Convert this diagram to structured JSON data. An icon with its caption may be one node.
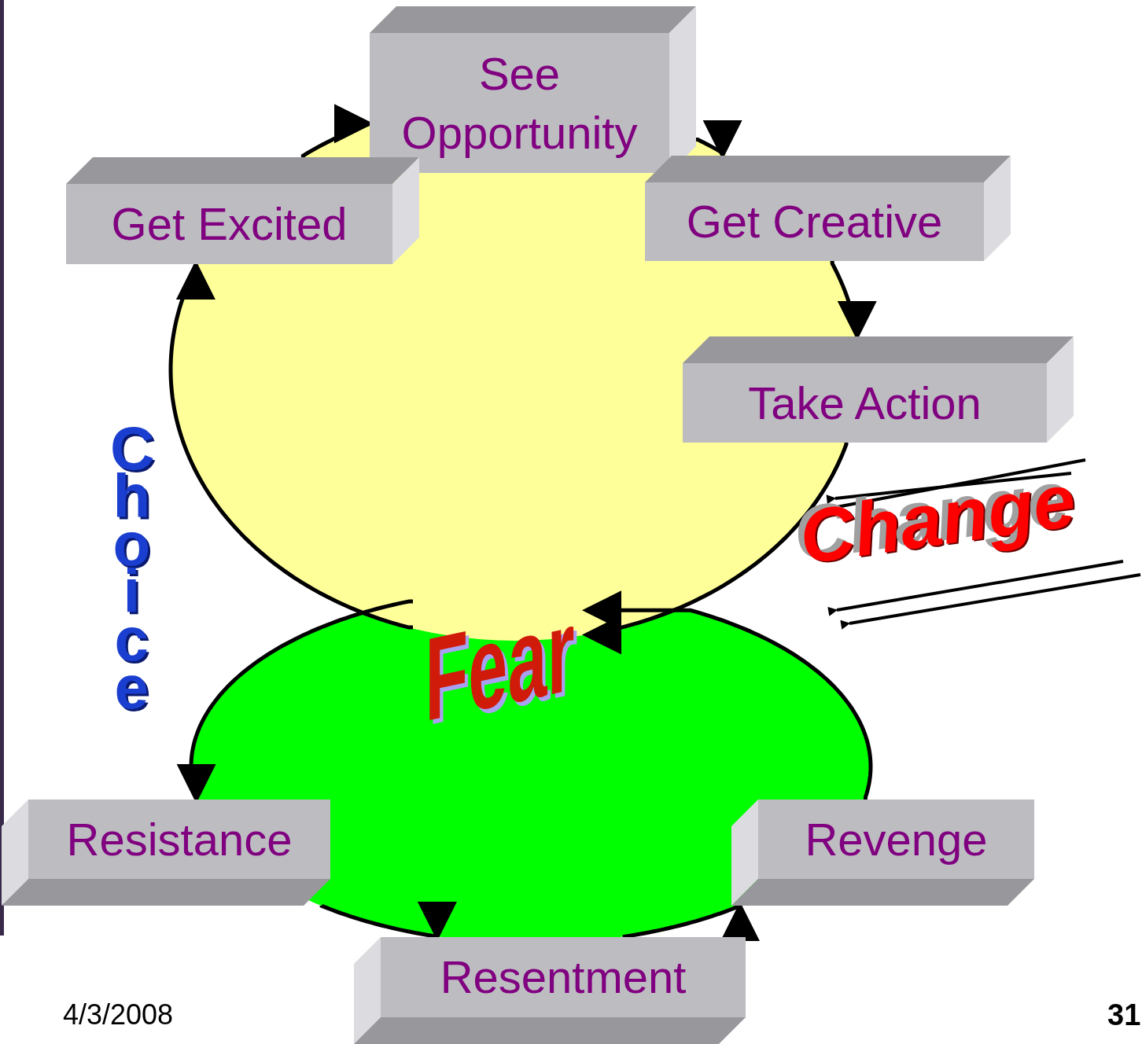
{
  "diagram": {
    "nodes": [
      {
        "text": [
          "See Opportunity"
        ]
      },
      {
        "text": [
          "Get Excited"
        ]
      },
      {
        "text": [
          "Get Creative"
        ]
      },
      {
        "text": [
          "Take Action"
        ]
      },
      {
        "text": [
          "Fear"
        ]
      },
      {
        "text": [
          "Resistance"
        ]
      },
      {
        "text": [
          "Revenge"
        ]
      },
      {
        "text": [
          "Resentment"
        ]
      }
    ],
    "edges": [
      {
        "from": 1,
        "to": 0,
        "arrow": "to"
      },
      {
        "from": 0,
        "to": 2,
        "arrow": "to"
      },
      {
        "from": 2,
        "to": 3,
        "arrow": "to"
      },
      {
        "from": 3,
        "to": 4,
        "arrow": "to"
      },
      {
        "from": 4,
        "to": 1,
        "arrow": "to"
      },
      {
        "from": 4,
        "to": 5,
        "arrow": "to"
      },
      {
        "from": 5,
        "to": 7,
        "arrow": "to"
      },
      {
        "from": 7,
        "to": 6,
        "arrow": "to"
      },
      {
        "from": 6,
        "to": 4,
        "arrow": "to"
      }
    ],
    "labels": [
      "Change",
      "Choice",
      "4/3/2008",
      "31"
    ]
  }
}
